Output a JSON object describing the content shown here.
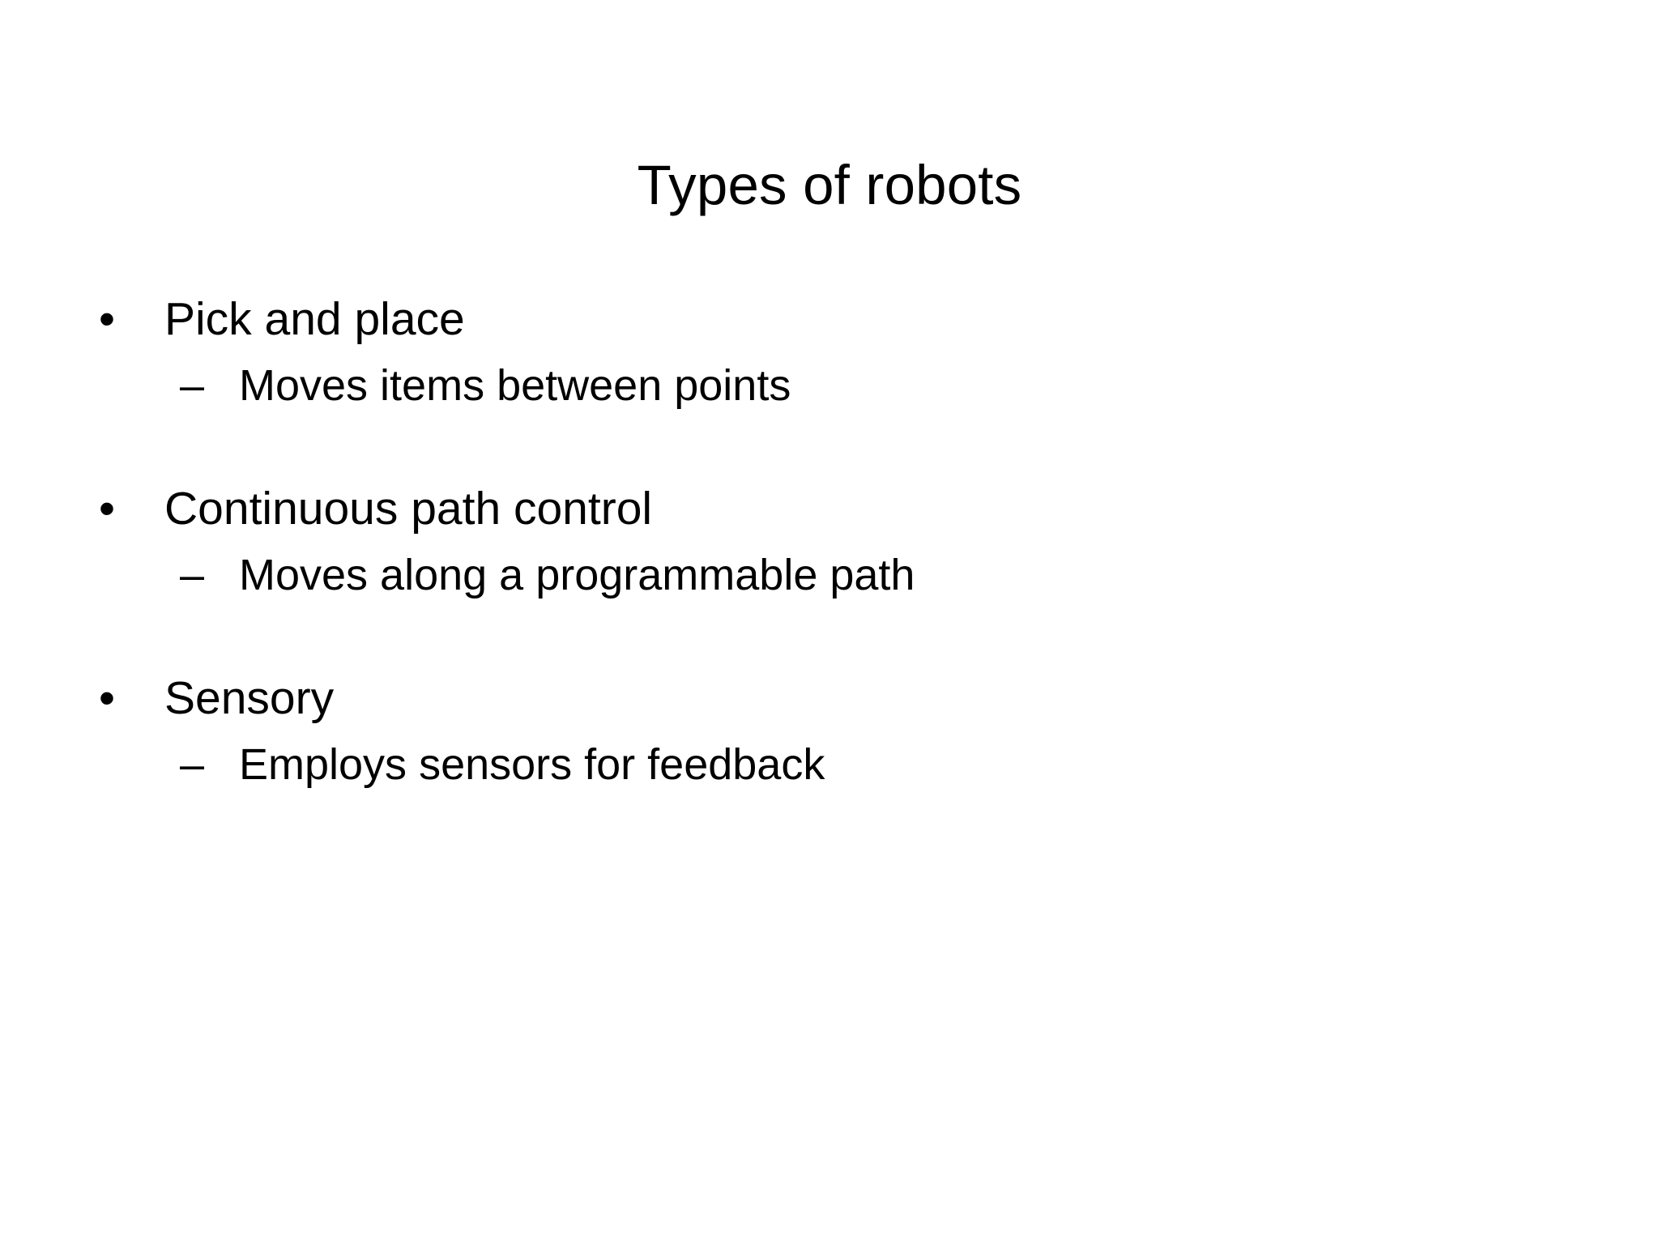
{
  "slide": {
    "title": "Types of robots",
    "background_color": "#ffffff",
    "text_color": "#000000",
    "level1_marker": "•",
    "level2_marker": "–",
    "level1_marker_name": "bullet-dot",
    "level2_marker_name": "bullet-dash",
    "groups": [
      {
        "heading": "Pick and place",
        "detail": "Moves items between points"
      },
      {
        "heading": "Continuous path control",
        "detail": "Moves along a programmable path"
      },
      {
        "heading": "Sensory",
        "detail": "Employs sensors for feedback"
      }
    ]
  }
}
